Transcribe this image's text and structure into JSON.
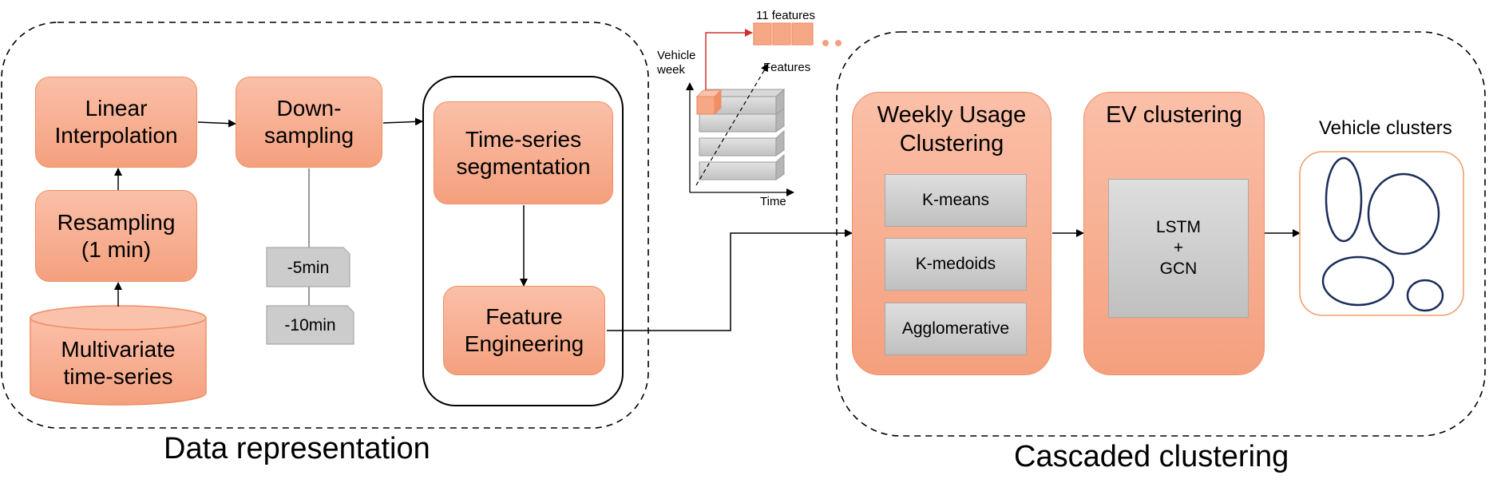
{
  "sections": {
    "data_representation": "Data representation",
    "cascaded_clustering": "Cascaded clustering"
  },
  "steps": {
    "linear_interpolation": "Linear\nInterpolation",
    "resampling": "Resampling\n(1 min)",
    "multivariate": "Multivariate\ntime-series",
    "downsampling": "Down-\nsampling",
    "segmentation": "Time-series\nsegmentation",
    "feature_engineering": "Feature\nEngineering",
    "weekly_usage": "Weekly Usage\nClustering",
    "ev_clustering": "EV clustering"
  },
  "downsample_options": [
    "-5min",
    "-10min"
  ],
  "methods": [
    "K-means",
    "K-medoids",
    "Agglomerative"
  ],
  "model": "LSTM\n+\nGCN",
  "output_label": "Vehicle clusters",
  "tensor": {
    "features_count_label": "11 features",
    "y_axis_label": "Vehicle\nweek",
    "x_axis_label": "Time",
    "z_axis_label": "Features"
  },
  "colors": {
    "orange_fill": "#f6a886",
    "orange_border": "#ef8e63",
    "gray_fill": "#cfcfcf",
    "cluster_outline": "#1c2d5a",
    "red_arrow": "#d32f2f"
  }
}
